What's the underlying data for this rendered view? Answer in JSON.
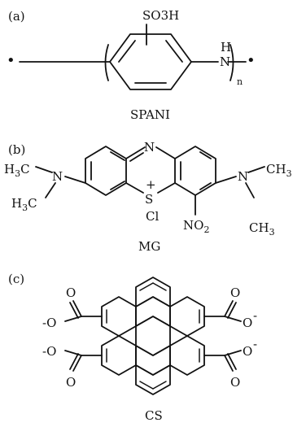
{
  "panels": {
    "a": {
      "label": "(a)",
      "name": "SPANI",
      "atoms": {
        "so3h": "SO3H",
        "nh_h": "H",
        "nh_n": "N",
        "n_sub": "n",
        "dot": "•"
      }
    },
    "b": {
      "label": "(b)",
      "name": "MG",
      "atoms": {
        "n_top": "N",
        "s": "S",
        "plus": "+",
        "cl": "Cl",
        "no2": "NO2",
        "n_left": "N",
        "n_right": "N",
        "h3c_top": "H3C",
        "h3c_bottom": "H3C",
        "ch3_top": "CH3",
        "ch3_bottom": "CH3"
      }
    },
    "c": {
      "label": "(c)",
      "name": "CS",
      "atoms": {
        "o": "O",
        "o_minus": "-O",
        "minus": "-"
      }
    }
  }
}
